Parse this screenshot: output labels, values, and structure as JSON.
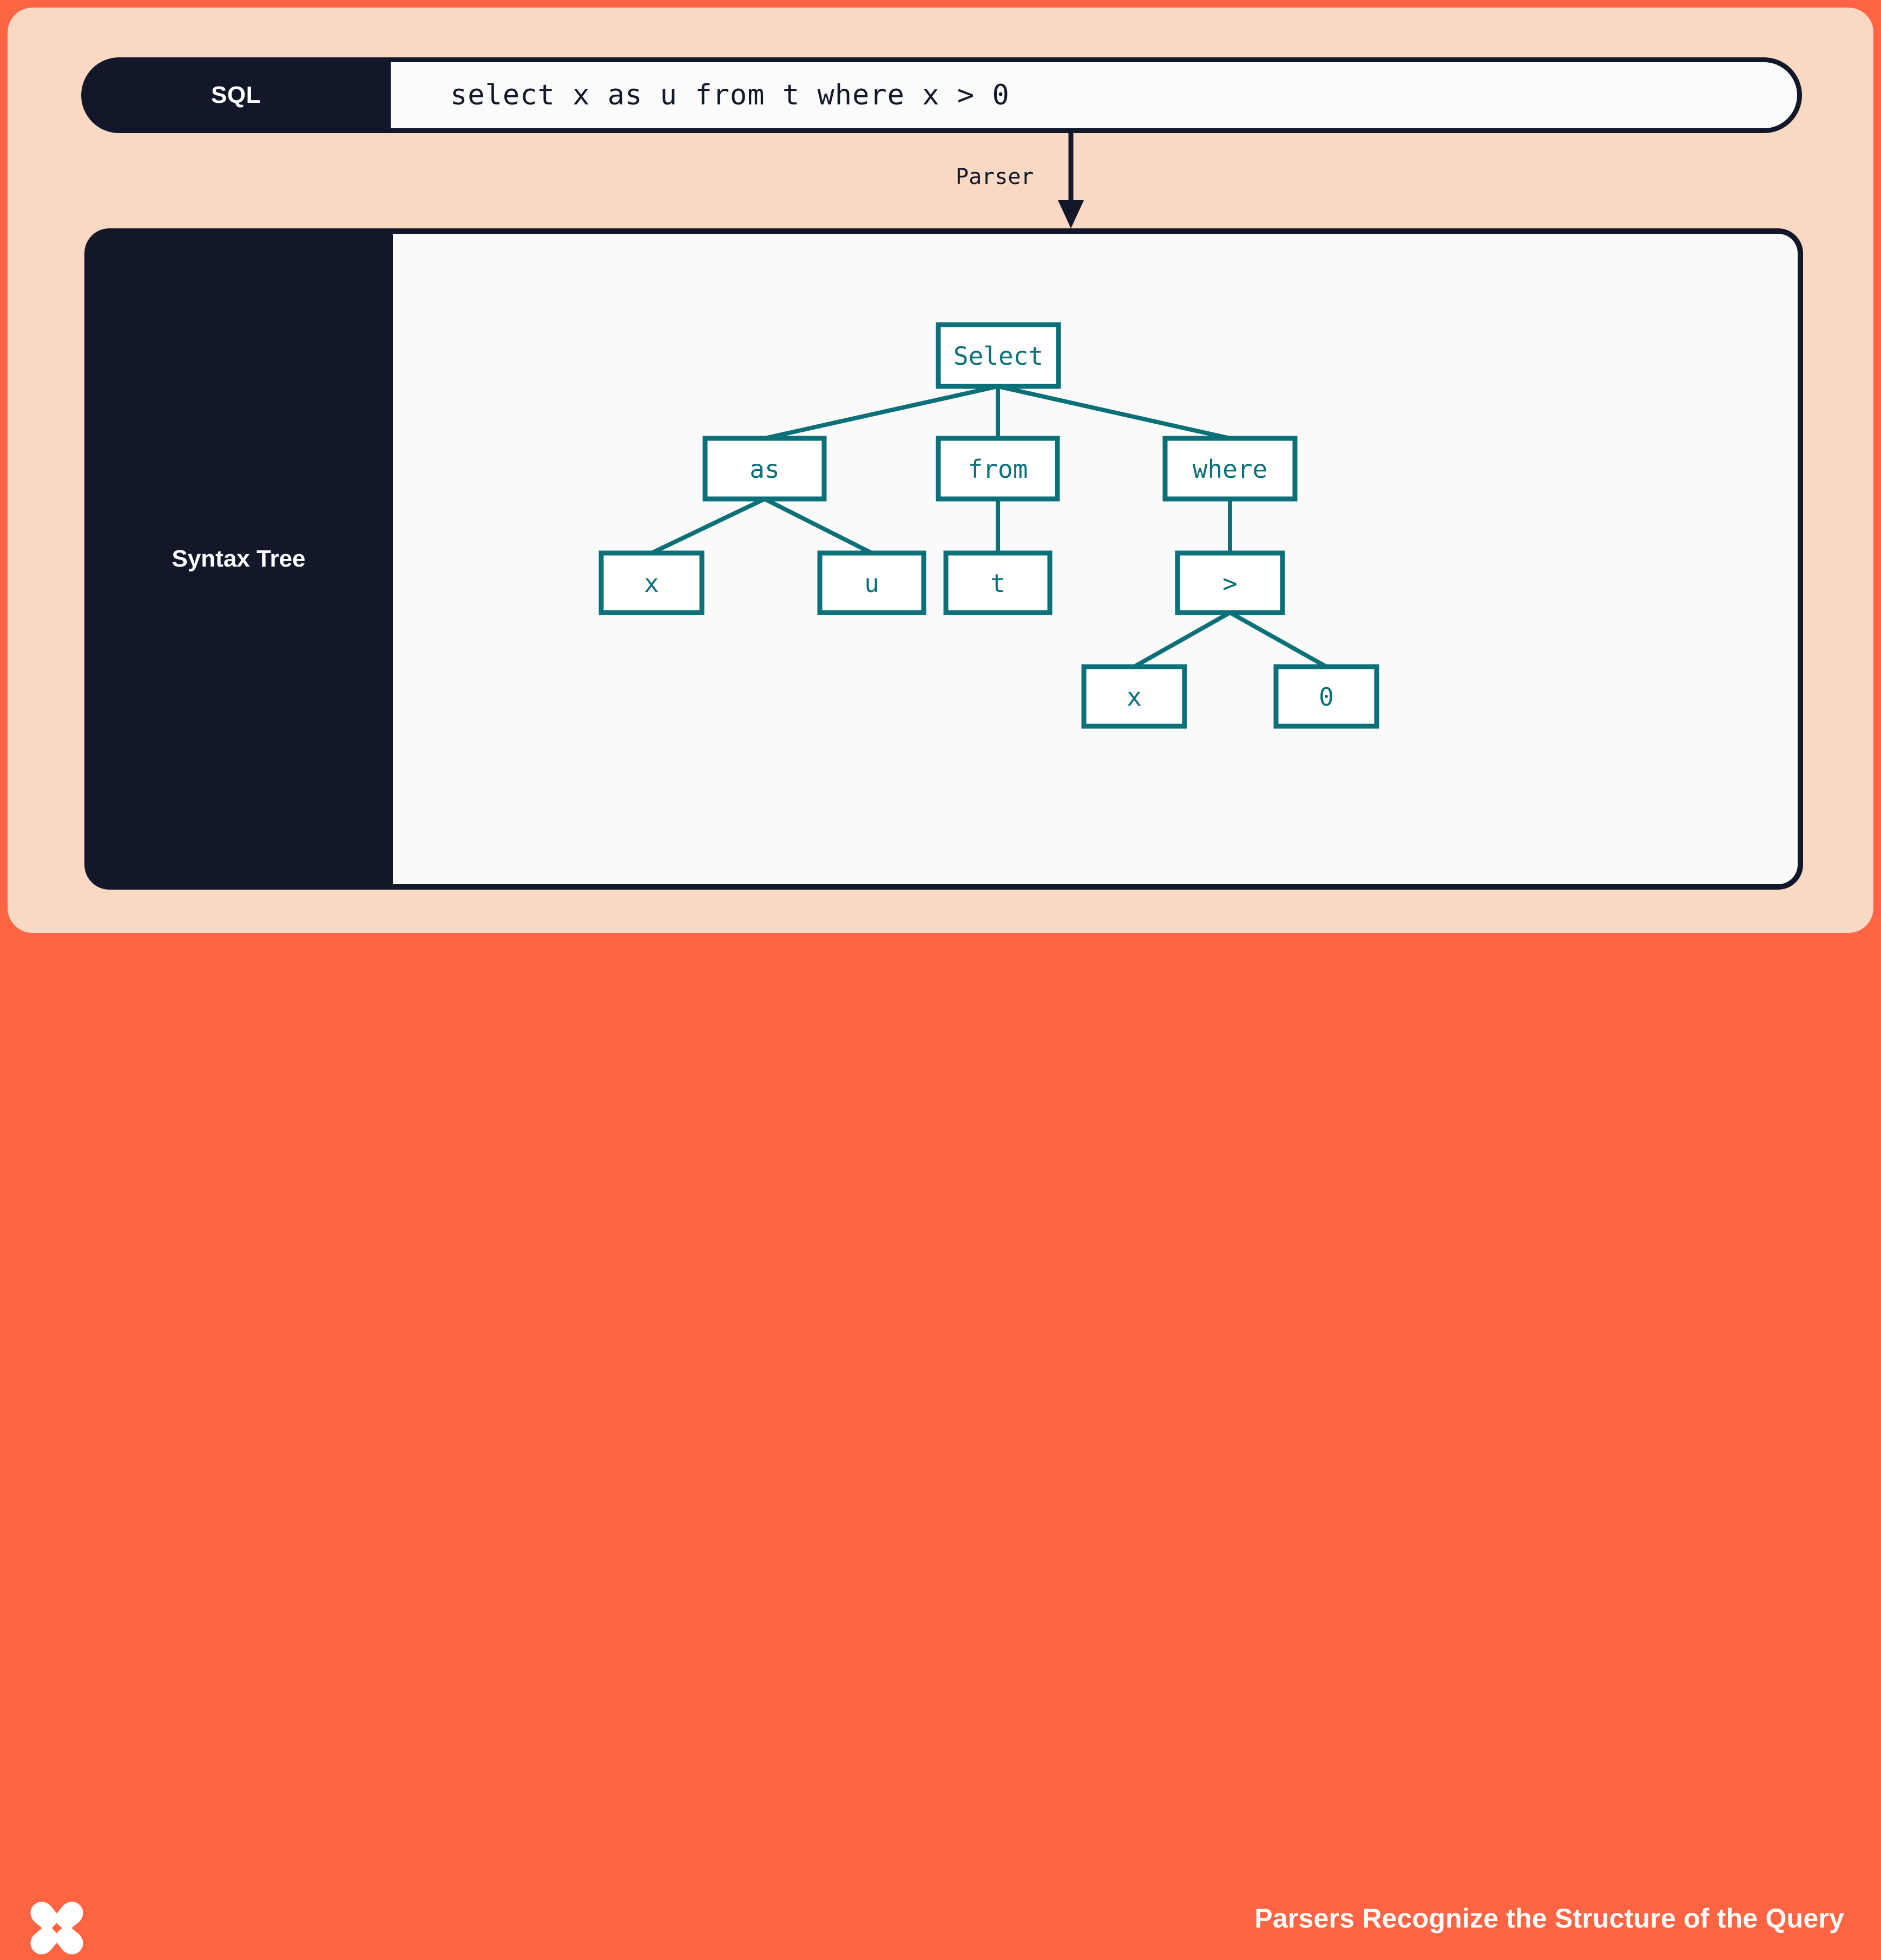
{
  "theme": {
    "page_background": "#FC6444",
    "card_background": "#F9D9C3",
    "panel_dark": "#12182A",
    "panel_light": "#FAFAFB",
    "node_accent": "#0B7078",
    "text_on_dark": "#FFFFFF"
  },
  "sql_row": {
    "label": "SQL",
    "query": "select x as u from t where x > 0"
  },
  "arrow": {
    "label": "Parser"
  },
  "tree_panel": {
    "label": "Syntax Tree"
  },
  "tree": {
    "nodes": {
      "select": "Select",
      "as": "as",
      "from": "from",
      "where": "where",
      "as_left": "x",
      "as_right": "u",
      "from_child": "t",
      "where_child": ">",
      "gt_left": "x",
      "gt_right": "0"
    }
  },
  "footer": {
    "caption": "Parsers Recognize the Structure of the Query",
    "logo_name": "butterfly-x-logo"
  }
}
